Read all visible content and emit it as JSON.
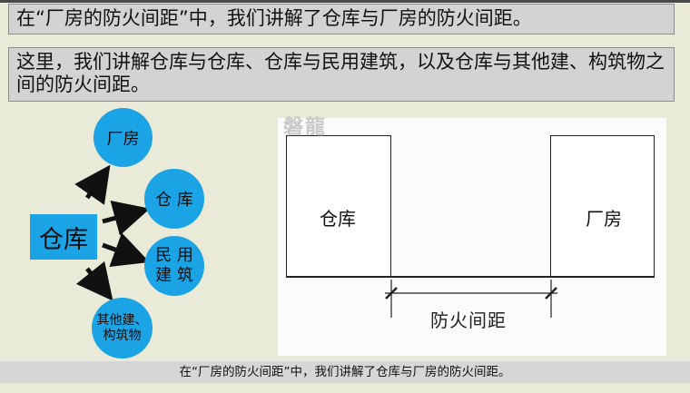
{
  "banners": {
    "line1": "在“厂房的防火间距”中，我们讲解了仓库与厂房的防火间距。",
    "line2": "这里，我们讲解仓库与仓库、仓库与民用建筑，以及仓库与其他建、构筑物之间的防火间距。"
  },
  "watermark": "磐龍",
  "mindmap": {
    "center": "仓库",
    "nodes": {
      "factory": "厂房",
      "warehouse": "仓 库",
      "civil": "民 用\n建 筑",
      "other": "其他建、\n构筑物"
    }
  },
  "diagram": {
    "left_building": "仓库",
    "right_building": "厂房",
    "dimension_label": "防火间距"
  },
  "caption": "在“厂房的防火间距”中，我们讲解了仓库与厂房的防火间距。",
  "colors": {
    "node_fill": "#1aa4e6",
    "background": "#e9ebd8",
    "banner": "#d3d3d3"
  }
}
